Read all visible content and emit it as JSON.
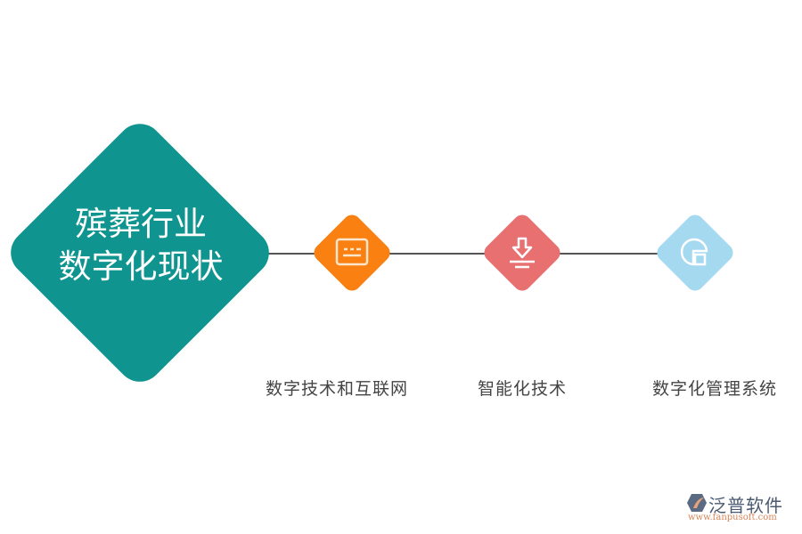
{
  "main": {
    "title_line1": "殡葬行业",
    "title_line2": "数字化现状",
    "color": "#0f9490"
  },
  "nodes": [
    {
      "label": "数字技术和互联网",
      "icon": "browser-window-icon",
      "color": "#f98011"
    },
    {
      "label": "智能化技术",
      "icon": "download-arrow-icon",
      "color": "#e97071"
    },
    {
      "label": "数字化管理系统",
      "icon": "chart-square-icon",
      "color": "#a5d9f0"
    }
  ],
  "connector": {
    "color": "#555555"
  },
  "logo": {
    "name": "泛普软件",
    "url": "www.fanpusoft.com"
  }
}
